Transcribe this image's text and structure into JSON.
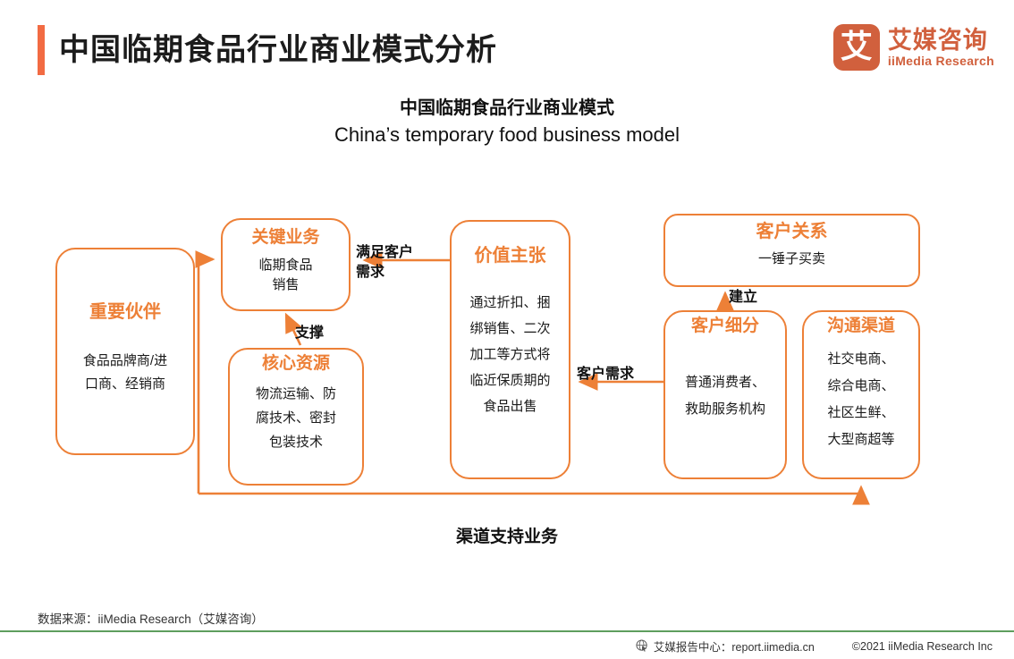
{
  "header": {
    "title": "中国临期食品行业商业模式分析",
    "logo": {
      "mark": "艾",
      "name_cn": "艾媒咨询",
      "name_en": "iiMedia Research"
    },
    "accent_color": "#F26B43"
  },
  "subtitle": {
    "cn": "中国临期食品行业商业模式",
    "en": "China’s temporary food business model"
  },
  "diagram": {
    "accent_color": "#ED8037",
    "nodes": [
      {
        "id": "partners",
        "title": "重要伙伴",
        "body": "食品品牌商/进\n口商、经销商"
      },
      {
        "id": "key_activities",
        "title": "关键业务",
        "body": "临期食品\n销售"
      },
      {
        "id": "core_resources",
        "title": "核心资源",
        "body": "物流运输、防\n腐技术、密封\n包装技术"
      },
      {
        "id": "value_proposition",
        "title": "价值主张",
        "body": "通过折扣、捆\n绑销售、二次\n加工等方式将\n临近保质期的\n食品出售"
      },
      {
        "id": "customer_relationship",
        "title": "客户关系",
        "body": "一锤子买卖"
      },
      {
        "id": "customer_segments",
        "title": "客户细分",
        "body": "普通消费者、\n救助服务机构"
      },
      {
        "id": "channels",
        "title": "沟通渠道",
        "body": "社交电商、\n综合电商、\n社区生鲜、\n大型商超等"
      }
    ],
    "edge_labels": {
      "satisfy": "满足客户\n需求",
      "support": "支撑",
      "customer_need": "客户需求",
      "build": "建立"
    },
    "bottom_label": "渠道支持业务"
  },
  "footer": {
    "source": "数据来源：iiMedia Research（艾媒咨询）",
    "report_center": "艾媒报告中心：report.iimedia.cn",
    "copyright": "©2021  iiMedia Research  Inc",
    "rule_color": "#5E9E5E"
  }
}
